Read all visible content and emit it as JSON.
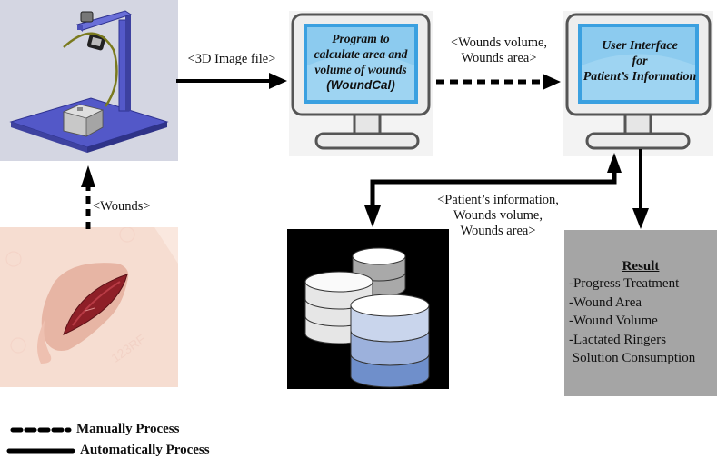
{
  "nodes": {
    "scanner": {
      "name": "3D scanner device"
    },
    "wound": {
      "name": "Wound image",
      "watermark": "123RF"
    },
    "program_monitor": {
      "lines": [
        "Program to",
        "calculate area and",
        "volume of wounds"
      ],
      "app_name": "(WoundCal)"
    },
    "ui_monitor": {
      "lines": [
        "User Interface",
        "for",
        "Patient’s Information"
      ]
    },
    "database": {
      "name": "Database"
    },
    "result": {
      "title": "Result",
      "items": [
        "-Progress Treatment",
        "-Wound Area",
        "-Wound Volume",
        "-Lactated Ringers",
        " Solution Consumption"
      ]
    }
  },
  "edges": {
    "image_file": {
      "label": "<3D Image file>",
      "type": "automatic"
    },
    "wounds_data": {
      "label_lines": [
        "<Wounds volume,",
        "Wounds area>"
      ],
      "type": "manual"
    },
    "wounds": {
      "label": "<Wounds>",
      "type": "manual"
    },
    "patient_db": {
      "label_lines": [
        "<Patient’s information,",
        "Wounds volume,",
        "Wounds area>"
      ],
      "type": "automatic"
    },
    "to_result": {
      "type": "automatic"
    }
  },
  "legend": {
    "manual": "Manually Process",
    "automatic": "Automatically Process"
  },
  "colors": {
    "screen_blue": "#3aa0e0",
    "screen_inner": "#8ccbef",
    "platform_blue": "#4b4fb8",
    "result_gray": "#a5a5a5",
    "wound_red": "#8e1f27"
  }
}
